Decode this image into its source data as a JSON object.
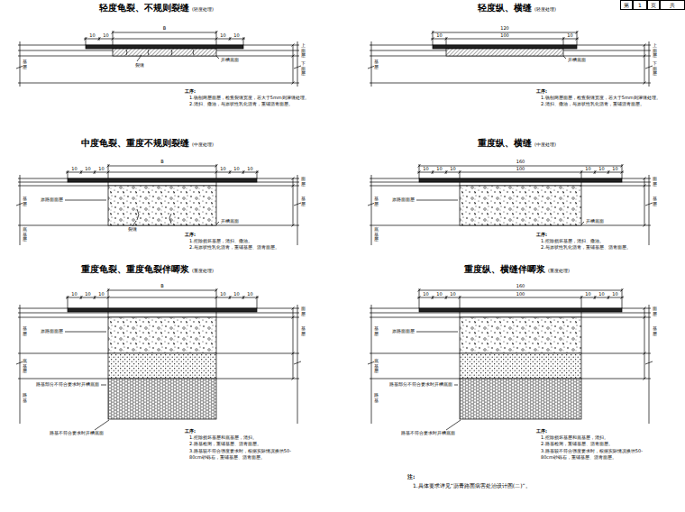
{
  "diagram": {
    "nodes": [
      {
        "text": [
          "第"
        ]
      },
      {
        "text": [
          "1"
        ]
      },
      {
        "text": [
          "页"
        ]
      },
      {
        "text": [
          "共"
        ]
      }
    ],
    "labels": [
      "轻度龟裂、不规则裂缝",
      "(轻度处理)",
      "B",
      "10",
      "10",
      "10",
      "10",
      "基层",
      "上面层",
      "下面层",
      "裂缝",
      "开槽底面",
      "工序:",
      "1.铣刨两层面层，检查裂缝宽度，若大于5mm则灌缝处理。",
      "2.清扫、撒油，与原状性乳化沥青，重铺沥青面层。",
      "轻度纵、横缝",
      "(轻度处理)",
      "120",
      "10",
      "100",
      "10",
      "基层",
      "上面层",
      "下面层",
      "开槽底面",
      "工序:",
      "1.铣刨两层面层，检查裂缝宽度，若大于5mm则灌缝处理。",
      "2.清扫、撒油，与原状性乳化沥青，重铺沥青面层。",
      "中度龟裂、重度不规则裂缝",
      "(中度处理)",
      "B",
      "10",
      "10",
      "10",
      "10",
      "10",
      "10",
      "基层",
      "底基层",
      "面层",
      "基层",
      "原路面面层",
      "裂缝",
      "开槽底面",
      "工序:",
      "1.挖除损坏基层，清扫、撒油。",
      "2.与原状性乳化沥青，重铺基层、沥青面层。",
      "重度纵、横缝",
      "(中度处理)",
      "160",
      "10",
      "10",
      "10",
      "100",
      "10",
      "10",
      "10",
      "基层",
      "底基层",
      "面层",
      "基层",
      "原路面面层",
      "开槽底面",
      "工序:",
      "1.挖除损坏基层，清扫、撒油。",
      "2.与原状性乳化沥青，重铺基层、沥青面层。",
      "重度龟裂、重度龟裂伴唧浆",
      "(重度处理)",
      "B",
      "10",
      "10",
      "10",
      "10",
      "10",
      "10",
      "基层",
      "底基层",
      "路基",
      "面层",
      "基层",
      "原路面面层",
      "路基部分不符合要求时开槽底面",
      "路基不符合要求时开槽底面",
      "工序:",
      "1.挖除损坏基层和底基层，清扫。",
      "2.路基检测，重铺基层、沥青面层。",
      "3.路基较不符合强度要求时，根据实际情况换填50-80cm砂砾石，重铺基层、沥青面层。",
      "重度纵、横缝伴唧浆",
      "(重度处理)",
      "160",
      "10",
      "10",
      "10",
      "100",
      "10",
      "10",
      "10",
      "基层",
      "底基层",
      "路基",
      "面层",
      "基层",
      "原路面面层",
      "路基部分不符合要求时开槽底面",
      "路基不符合要求时开槽底面",
      "工序:",
      "1.挖除损坏基层和底基层，清扫。",
      "2.路基检测，重铺基层、沥青面层。",
      "3.路基较不符合强度要求时，根据实际情况换填50-80cm砂砾石，重铺基层、沥青面层。",
      "注:",
      "1.具体要求详见“沥青路面病害处治设计图(二)”。"
    ]
  }
}
